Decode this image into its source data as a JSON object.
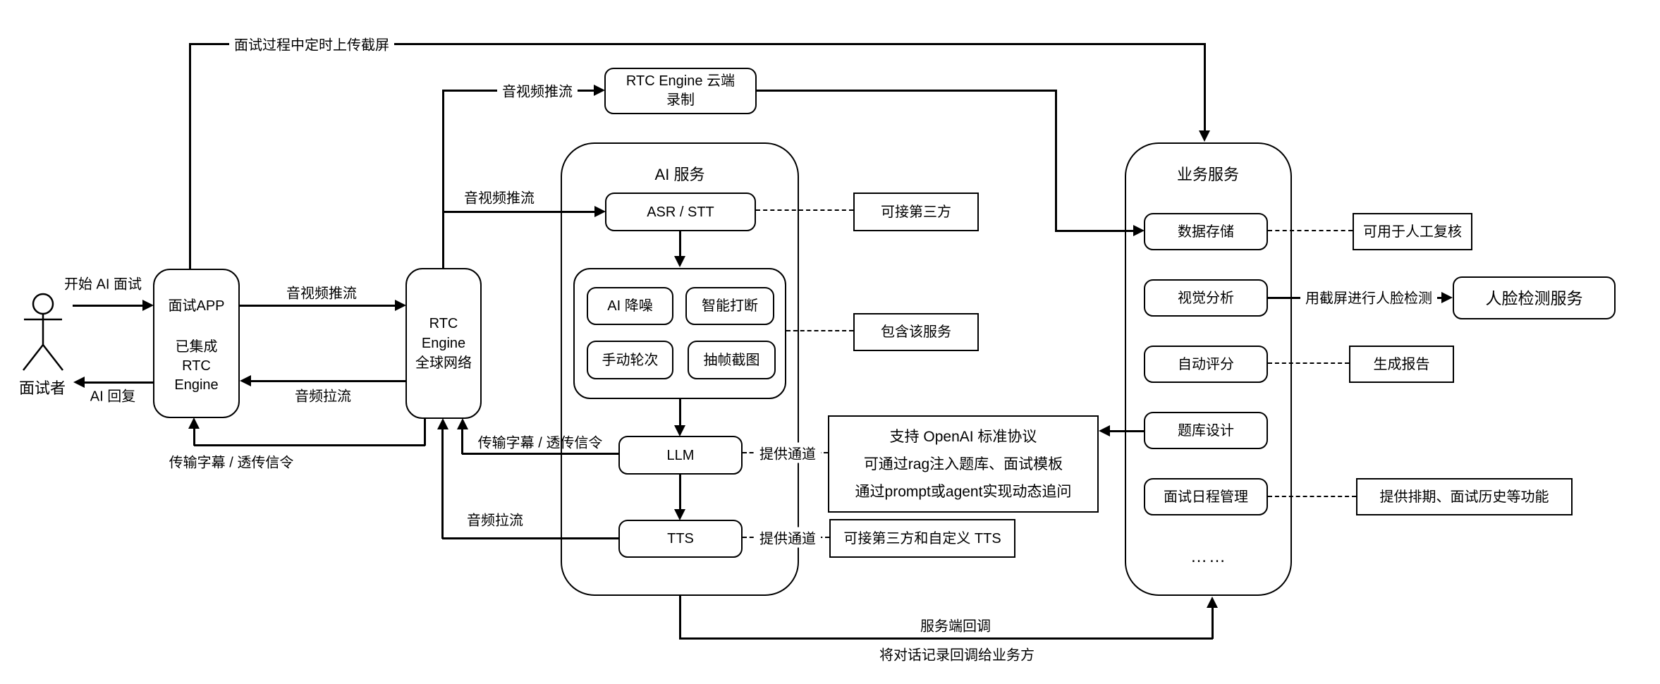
{
  "colors": {
    "stroke": "#000000",
    "background": "#ffffff"
  },
  "actor": {
    "label": "面试者"
  },
  "nodes": {
    "app": {
      "line1": "面试APP",
      "line2": "已集成",
      "line3": "RTC",
      "line4": "Engine"
    },
    "rtc_network": {
      "line1": "RTC",
      "line2": "Engine",
      "line3": "全球网络"
    },
    "cloud_record": {
      "line1": "RTC Engine 云端",
      "line2": "录制"
    },
    "ai_container_title": "AI 服务",
    "asr": "ASR / STT",
    "denoise": "AI 降噪",
    "smart_interrupt": "智能打断",
    "manual_turns": "手动轮次",
    "frame_capture": "抽帧截图",
    "llm": "LLM",
    "tts": "TTS",
    "third_party": "可接第三方",
    "contains_service": "包含该服务",
    "openai_note": {
      "line1": "支持 OpenAI 标准协议",
      "line2": "可通过rag注入题库、面试模板",
      "line3": "通过prompt或agent实现动态追问"
    },
    "tts_note": "可接第三方和自定义 TTS",
    "biz_container_title": "业务服务",
    "data_storage": "数据存储",
    "visual_analysis": "视觉分析",
    "auto_scoring": "自动评分",
    "question_bank": "题库设计",
    "schedule_mgmt": "面试日程管理",
    "ellipsis": "……",
    "manual_review": "可用于人工复核",
    "report": "生成报告",
    "face_detection": "人脸检测服务",
    "schedule_note": "提供排期、面试历史等功能"
  },
  "edge_labels": {
    "screenshot_upload": "面试过程中定时上传截屏",
    "start_interview": "开始 AI 面试",
    "ai_reply": "AI 回复",
    "av_push_app": "音视频推流",
    "audio_pull_app": "音频拉流",
    "subtitle_signal_app": "传输字幕 / 透传信令",
    "av_push_record": "音视频推流",
    "av_push_asr": "音视频推流",
    "subtitle_signal_llm": "传输字幕 / 透传信令",
    "audio_pull_tts": "音频拉流",
    "provide_channel_llm": "提供通道",
    "provide_channel_tts": "提供通道",
    "face_detect_via_screenshot": "用截屏进行人脸检测",
    "server_callback": "服务端回调",
    "callback_detail": "将对话记录回调给业务方"
  }
}
